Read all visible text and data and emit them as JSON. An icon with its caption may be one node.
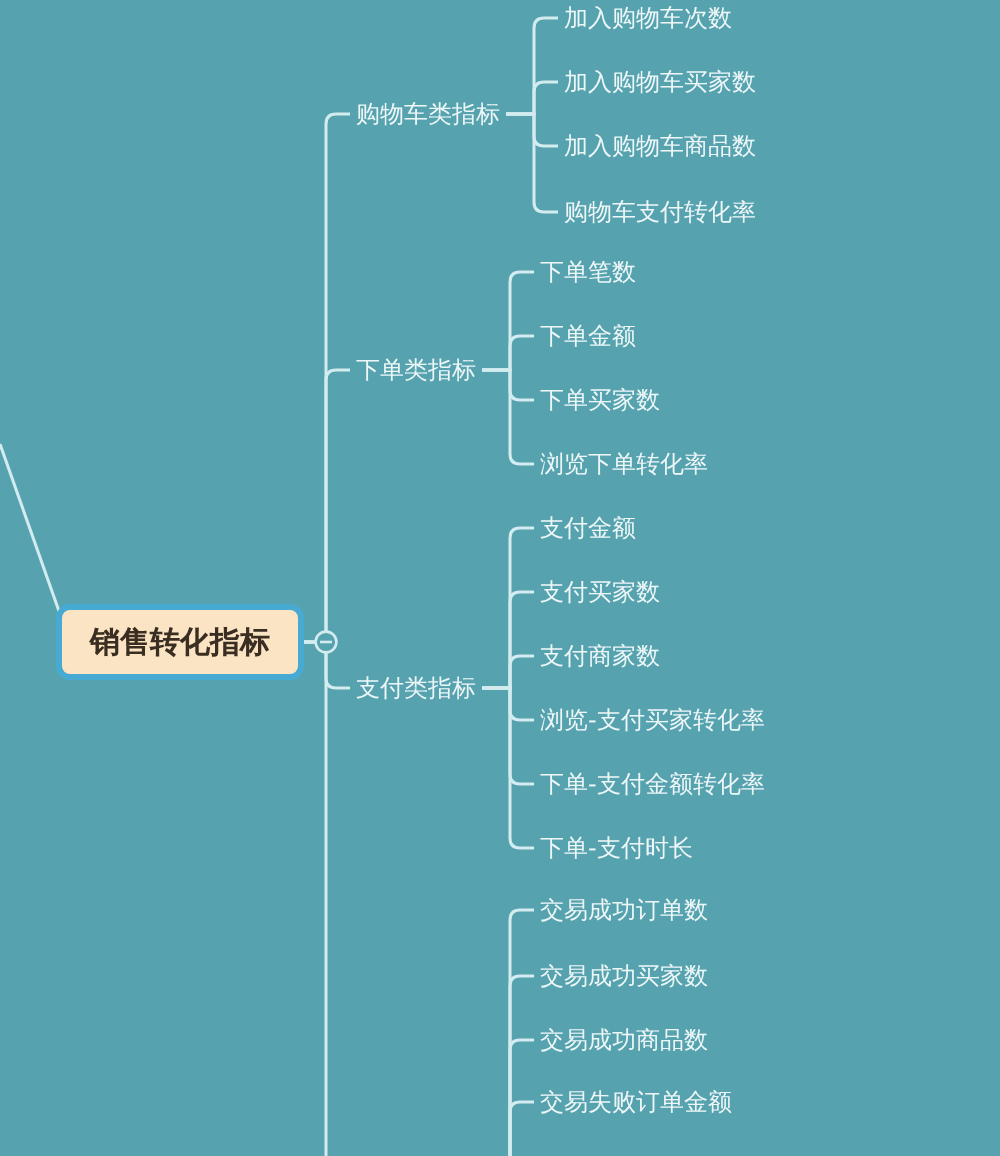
{
  "diagram": {
    "nodes": [
      {
        "text": [
          "销售转化指标"
        ]
      },
      {
        "text": [
          "购物车类指标"
        ]
      },
      {
        "text": [
          "加入购物车次数"
        ]
      },
      {
        "text": [
          "加入购物车买家数"
        ]
      },
      {
        "text": [
          "加入购物车商品数"
        ]
      },
      {
        "text": [
          "购物车支付转化率"
        ]
      },
      {
        "text": [
          "下单类指标"
        ]
      },
      {
        "text": [
          "下单笔数"
        ]
      },
      {
        "text": [
          "下单金额"
        ]
      },
      {
        "text": [
          "下单买家数"
        ]
      },
      {
        "text": [
          "浏览下单转化率"
        ]
      },
      {
        "text": [
          "支付类指标"
        ]
      },
      {
        "text": [
          "支付金额"
        ]
      },
      {
        "text": [
          "支付买家数"
        ]
      },
      {
        "text": [
          "支付商家数"
        ]
      },
      {
        "text": [
          "浏览-支付买家转化率"
        ]
      },
      {
        "text": [
          "下单-支付金额转化率"
        ]
      },
      {
        "text": [
          "下单-支付时长"
        ]
      },
      {
        "text": [
          "交易成功订单数"
        ]
      },
      {
        "text": [
          "交易成功买家数"
        ]
      },
      {
        "text": [
          "交易成功商品数"
        ]
      },
      {
        "text": [
          "交易失败订单金额"
        ]
      }
    ],
    "edges": [
      {
        "from": null,
        "to": 0,
        "arrow": "none"
      },
      {
        "from": 0,
        "to": 1,
        "arrow": "none"
      },
      {
        "from": 1,
        "to": 2,
        "arrow": "none"
      },
      {
        "from": 1,
        "to": 3,
        "arrow": "none"
      },
      {
        "from": 1,
        "to": 4,
        "arrow": "none"
      },
      {
        "from": 1,
        "to": 5,
        "arrow": "none"
      },
      {
        "from": 0,
        "to": 6,
        "arrow": "none"
      },
      {
        "from": 6,
        "to": 7,
        "arrow": "none"
      },
      {
        "from": 6,
        "to": 8,
        "arrow": "none"
      },
      {
        "from": 6,
        "to": 9,
        "arrow": "none"
      },
      {
        "from": 6,
        "to": 10,
        "arrow": "none"
      },
      {
        "from": 0,
        "to": 11,
        "arrow": "none"
      },
      {
        "from": 11,
        "to": 12,
        "arrow": "none"
      },
      {
        "from": 11,
        "to": 13,
        "arrow": "none"
      },
      {
        "from": 11,
        "to": 14,
        "arrow": "none"
      },
      {
        "from": 11,
        "to": 15,
        "arrow": "none"
      },
      {
        "from": 11,
        "to": 16,
        "arrow": "none"
      },
      {
        "from": 11,
        "to": 17,
        "arrow": "none"
      },
      {
        "from": 0,
        "to": null,
        "arrow": "none"
      },
      {
        "from": null,
        "to": 18,
        "arrow": "none"
      },
      {
        "from": null,
        "to": 19,
        "arrow": "none"
      },
      {
        "from": null,
        "to": 20,
        "arrow": "none"
      },
      {
        "from": null,
        "to": 21,
        "arrow": "none"
      }
    ]
  }
}
